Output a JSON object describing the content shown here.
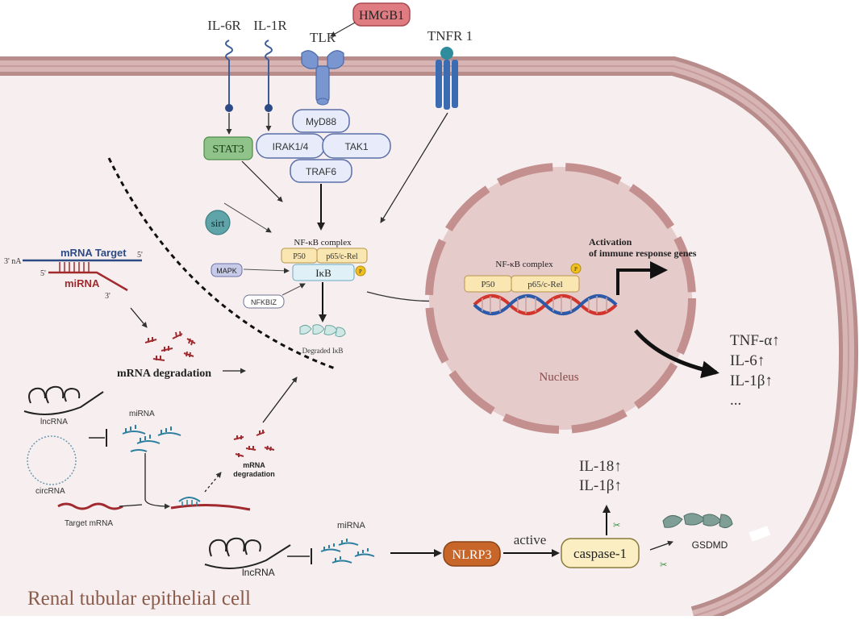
{
  "cell_label": "Renal tubular epithelial cell",
  "receptors": {
    "il6r": "IL-6R",
    "il1r": "IL-1R",
    "hmgb1": "HMGB1",
    "tlr": "TLR",
    "tnfr1": "TNFR 1"
  },
  "adapters": {
    "myd88": "MyD88",
    "irak": "IRAK1/4",
    "tak1": "TAK1",
    "traf6": "TRAF6",
    "stat3": "STAT3"
  },
  "modulators": {
    "sirt": "sirt",
    "mapk": "MAPK",
    "nfkbiz": "NFKBIZ"
  },
  "nfkb": {
    "title": "NF-κB complex",
    "p50": "P50",
    "p65": "p65/c-Rel",
    "ikb": "IκB",
    "p": "P",
    "degraded": "Degraded IκB"
  },
  "nucleus": {
    "label": "Nucleus",
    "complex": "NF-κB complex",
    "p50": "P50",
    "p65": "p65/c-Rel",
    "p": "P",
    "activation_line1": "Activation",
    "activation_line2": "of immune response genes"
  },
  "cytokines": [
    "TNF-α↑",
    "IL-6↑",
    "IL-1β↑",
    "..."
  ],
  "mirna_panel": {
    "three_na": "3' nA",
    "five_left": "5'",
    "five_right": "5'",
    "three_right": "3'",
    "target": "mRNA Target",
    "mirna": "miRNA",
    "degradation": "mRNA degradation"
  },
  "ncrna_panel": {
    "lncrna": "lncRNA",
    "mirna": "miRNA",
    "circrna": "circRNA",
    "target_mrna": "Target mRNA",
    "deg_line1": "mRNA",
    "deg_line2": "degradation"
  },
  "inflammasome": {
    "lncrna": "lncRNA",
    "mirna": "miRNA",
    "nlrp3": "NLRP3",
    "active": "active",
    "caspase": "caspase-1",
    "il18": "IL-18↑",
    "il1b": "IL-1β↑",
    "gsdmd": "GSDMD"
  },
  "colors": {
    "membrane": "#b88b8b",
    "cytoplasm": "#f6eeee",
    "nucleus": "#e6cbcb",
    "nucleus_border": "#c48f8f",
    "receptor": "#6b89c9",
    "hmgb1": "#df7c82",
    "stat3": "#8fc38a",
    "nlrp3": "#c8662a",
    "caspase": "#fbeec2",
    "nfkb_yellow": "#f9e6b0",
    "ikb": "#dff1f6",
    "mirna_red": "#a12a2f",
    "mirna_blue": "#2d7fa0",
    "dna_red": "#d2352b",
    "dna_blue": "#2c5aa8"
  }
}
